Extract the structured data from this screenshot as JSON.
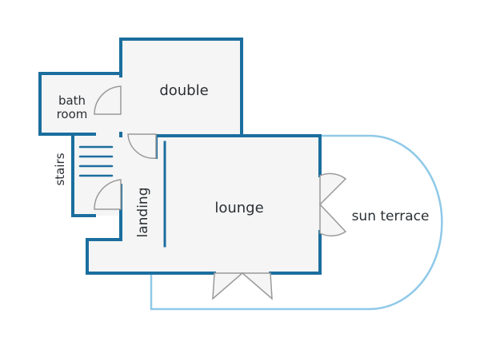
{
  "floor_plan": {
    "rooms": {
      "double": "double",
      "bathroom_line1": "bath",
      "bathroom_line2": "room",
      "stairs": "stairs",
      "landing": "landing",
      "lounge": "lounge",
      "sun_terrace": "sun terrace"
    },
    "colors": {
      "wall": "#1b6e9e",
      "terrace_outline": "#8fc9e8",
      "room_fill": "#f5f5f5",
      "door": "#9a9a9a",
      "label": "#2b2f33"
    }
  }
}
